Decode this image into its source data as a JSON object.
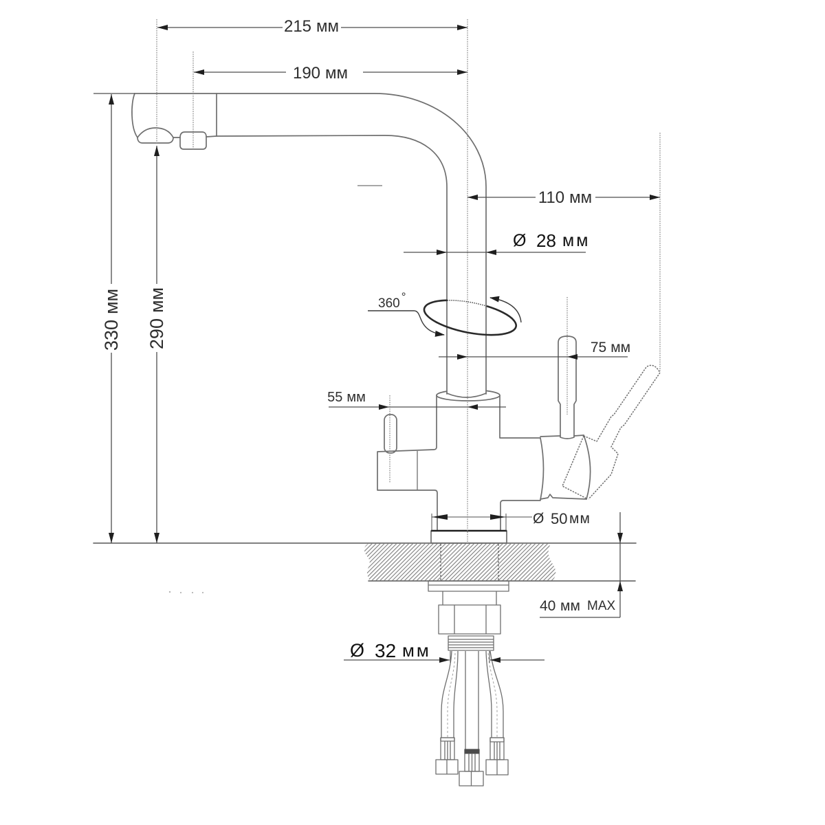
{
  "colors": {
    "background": "#ffffff",
    "outline": "#6e6e6e",
    "dimension_line": "#4d4d4d",
    "arrowhead": "#1f1f1f",
    "label_text": "#2e2e2e",
    "label_text_emphasis": "#111111",
    "hatch": "#7c7c7c",
    "centerline": "#8a8a8a"
  },
  "dimensions": {
    "overall_reach": {
      "value": "215",
      "unit": "мм"
    },
    "spout_reach": {
      "value": "190",
      "unit": "мм"
    },
    "overall_height": {
      "value": "330",
      "unit": "мм"
    },
    "spout_outlet_height": {
      "value": "290",
      "unit": "мм"
    },
    "lever_swing_clearance": {
      "value": "110",
      "unit": "мм"
    },
    "spout_tube_diameter": {
      "symbol": "Ø",
      "value": "28",
      "unit": "мм"
    },
    "spout_rotation": {
      "value": "360",
      "unit": "°"
    },
    "mixer_handle_offset": {
      "value": "75",
      "unit": "мм"
    },
    "filter_handle_offset": {
      "value": "55",
      "unit": "мм"
    },
    "base_diameter": {
      "symbol": "Ø",
      "value": "50",
      "unit": "мм"
    },
    "countertop_thickness": {
      "value": "40",
      "unit": "мм",
      "qualifier": "MAX"
    },
    "mounting_hole_diameter": {
      "symbol": "Ø",
      "value": "32",
      "unit": "мм"
    }
  }
}
